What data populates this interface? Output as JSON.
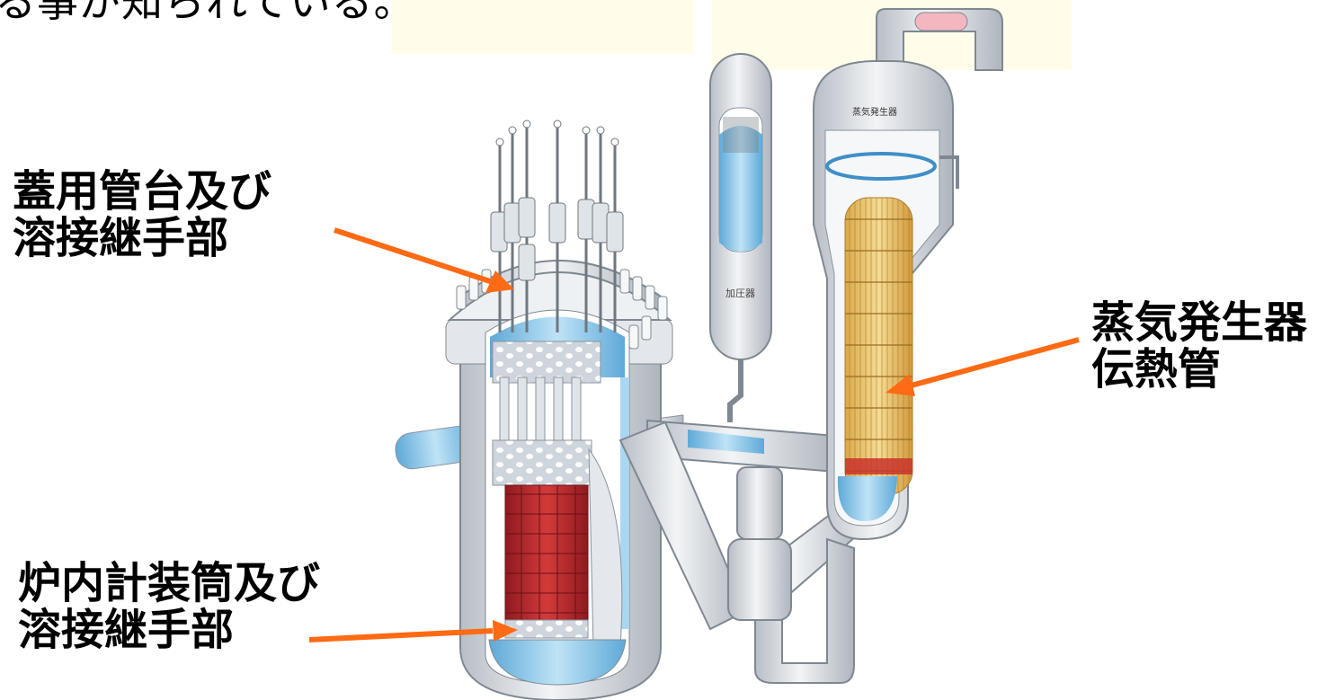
{
  "top_text": "る事が知られている。",
  "labels": {
    "lid_nozzle": [
      "蓋用管台及び",
      "溶接継手部"
    ],
    "steam_generator": [
      "蒸気発生器",
      "伝熱管"
    ],
    "incore_instrument": [
      "炉内計装筒及び",
      "溶接継手部"
    ]
  },
  "diagram_labels": {
    "steam_generator": "蒸気発生器",
    "pressurizer": "加圧器"
  },
  "colors": {
    "arrow": "#ff6a14",
    "steel": "#d9dde2",
    "water": "#8ec9ea",
    "core": "#c0282d",
    "tubes": "#e9c36a"
  }
}
